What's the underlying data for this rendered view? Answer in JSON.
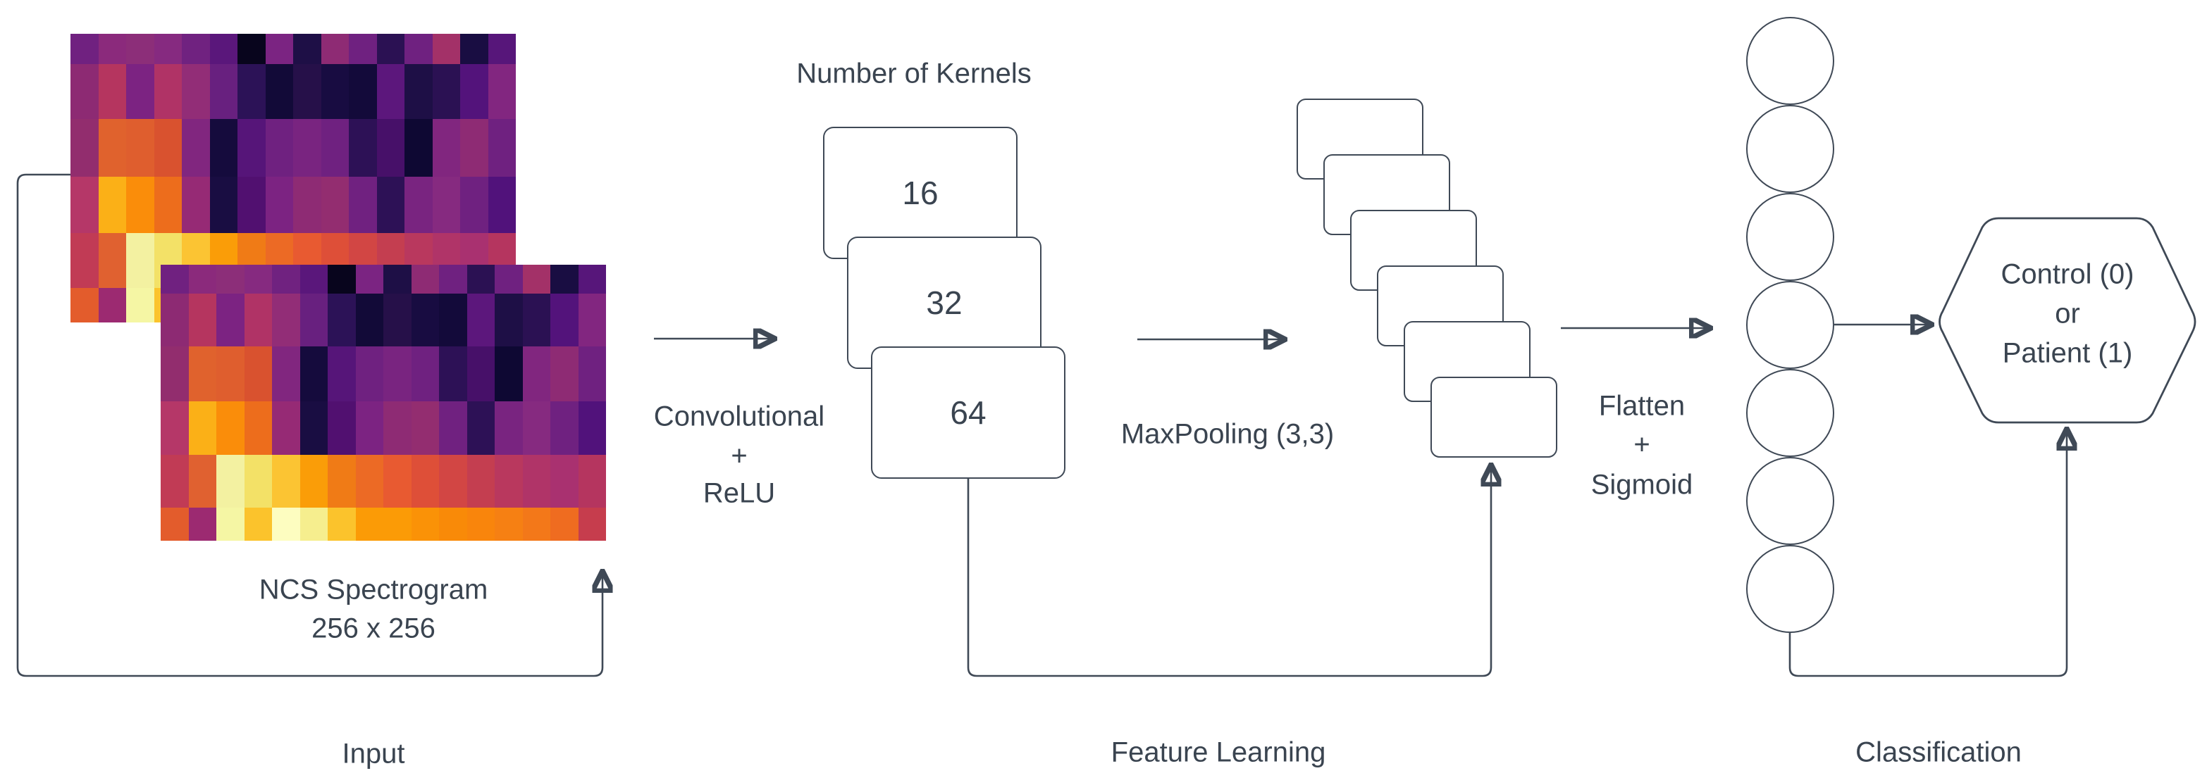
{
  "theme": {
    "stroke_color": "#3f4956",
    "text_color": "#3a4450",
    "shape_fill": "#ffffff",
    "background": "#ffffff"
  },
  "sections": {
    "input_label": "Input",
    "feature_learning_label": "Feature Learning",
    "classification_label": "Classification"
  },
  "input": {
    "caption_line1": "NCS Spectrogram",
    "caption_line2": "256 x 256",
    "heatmap": {
      "cols": 16,
      "row_fracs": [
        0.105,
        0.19,
        0.2,
        0.195,
        0.19,
        0.12
      ],
      "cell_colors": [
        [
          "#702180",
          "#8b2a7c",
          "#8c2e79",
          "#862a80",
          "#702280",
          "#5a177b",
          "#08051d",
          "#7b2482",
          "#1e0f46",
          "#8e2b74",
          "#6f2180",
          "#2b1153",
          "#6f2180",
          "#a33168",
          "#190d42",
          "#57167a"
        ],
        [
          "#8d2a73",
          "#b5355f",
          "#7c2382",
          "#b03366",
          "#922d77",
          "#68207f",
          "#2c1257",
          "#120a38",
          "#261049",
          "#180c41",
          "#130a3a",
          "#5c177c",
          "#1e0f46",
          "#2b1153",
          "#53137b",
          "#822680"
        ],
        [
          "#922d6e",
          "#e0622d",
          "#df5e2e",
          "#d9522f",
          "#81267f",
          "#150b3d",
          "#561579",
          "#6f2180",
          "#792480",
          "#6f2180",
          "#2d1156",
          "#471069",
          "#0e0833",
          "#81267f",
          "#8e2b74",
          "#6f2180"
        ],
        [
          "#b53768",
          "#fbb017",
          "#fa8d0a",
          "#ed6d1c",
          "#962a75",
          "#190d42",
          "#511070",
          "#7c2382",
          "#8e2b74",
          "#932d70",
          "#702180",
          "#2d1156",
          "#792480",
          "#862a80",
          "#6f2180",
          "#51127b"
        ],
        [
          "#c13b55",
          "#e06130",
          "#f3f1a1",
          "#f3e167",
          "#fbc433",
          "#fa9d08",
          "#f07b16",
          "#ec6a25",
          "#e85a31",
          "#de4f38",
          "#d24644",
          "#c43e50",
          "#b9385e",
          "#b03468",
          "#a93170",
          "#b5355f"
        ],
        [
          "#e35c2c",
          "#9c2a71",
          "#f5f6a4",
          "#fbc32c",
          "#fdfdc0",
          "#f6ee8e",
          "#fbc32c",
          "#fb9b06",
          "#fb9b06",
          "#fa9207",
          "#f98a08",
          "#f9850c",
          "#f68013",
          "#f37819",
          "#ef6c20",
          "#c63d4d"
        ]
      ]
    }
  },
  "feature_learning": {
    "kernels_title": "Number of Kernels",
    "conv_label_lines": [
      "Convolutional",
      "+",
      "ReLU"
    ],
    "kernel_boxes": [
      {
        "label": "16"
      },
      {
        "label": "32"
      },
      {
        "label": "64"
      }
    ],
    "maxpool_label": "MaxPooling (3,3)",
    "pooled_box_count": 6,
    "flatten_label_lines": [
      "Flatten",
      "+",
      "Sigmoid"
    ]
  },
  "classification": {
    "neuron_count": 7,
    "output_lines": [
      "Control (0)",
      "or",
      "Patient (1)"
    ]
  }
}
